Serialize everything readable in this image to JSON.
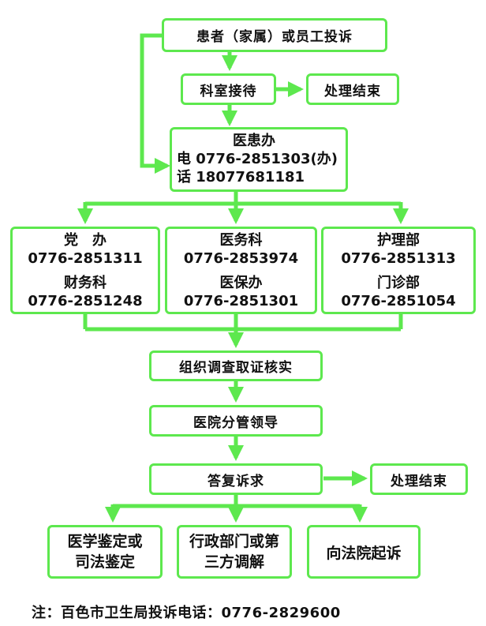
{
  "complaint": "患者（家属）或员工投诉",
  "dept_reception": "科室接待",
  "end_1": "处理结束",
  "medical_office": {
    "title": "医患办",
    "phone_1": "电 0776-2851303(办)",
    "phone_2": "话 18077681181"
  },
  "contacts": {
    "left": {
      "name_1": "党　办",
      "phone_1": "0776-2851311",
      "name_2": "财务科",
      "phone_2": "0776-2851248"
    },
    "middle": {
      "name_1": "医务科",
      "phone_1": "0776-2853974",
      "name_2": "医保办",
      "phone_2": "0776-2851301"
    },
    "right": {
      "name_1": "护理部",
      "phone_1": "0776-2851313",
      "name_2": "门诊部",
      "phone_2": "0776-2851054"
    }
  },
  "investigate": "组织调查取证核实",
  "leader": "医院分管领导",
  "reply": "答复诉求",
  "end_2": "处理结束",
  "outcomes": {
    "left_1": "医学鉴定或",
    "left_2": "司法鉴定",
    "mid_1": "行政部门或第",
    "mid_2": "三方调解",
    "right": "向法院起诉"
  },
  "note": "注：百色市卫生局投诉电话：0776-2829600",
  "colors": {
    "border": "#5de84e",
    "arrow": "#5de84e",
    "text": "#111111"
  }
}
